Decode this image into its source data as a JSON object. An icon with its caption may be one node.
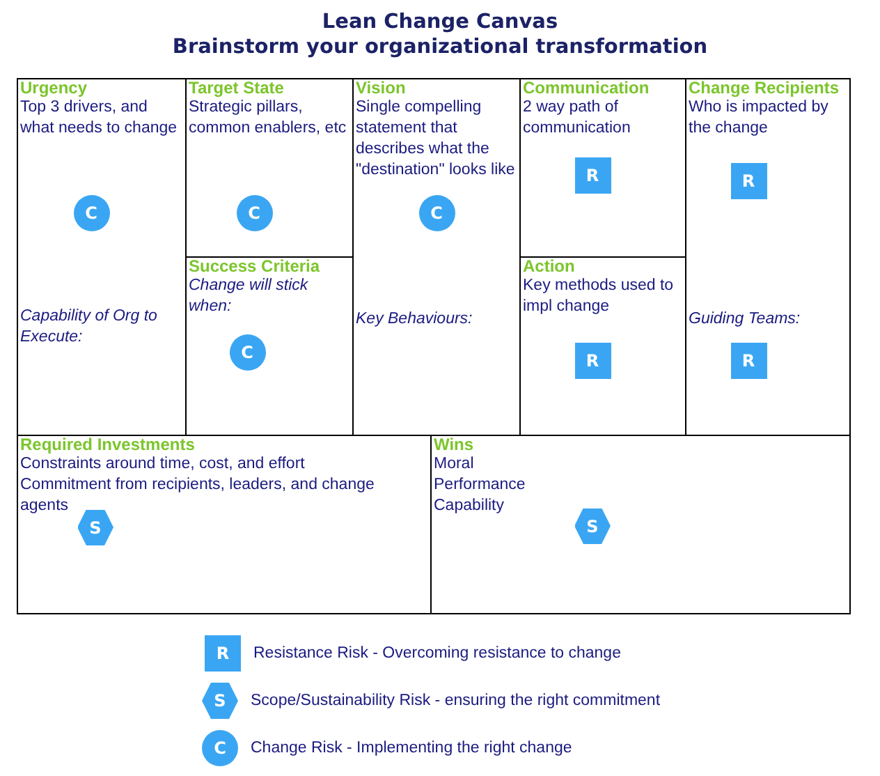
{
  "diagram": {
    "title": "Lean Change Canvas",
    "labels": [
      "Brainstorm your organizational transformation"
    ],
    "nodes": [
      {
        "text": [
          "Urgency",
          "Top 3 drivers, and what needs to change",
          "*Capability of Org to Execute:*"
        ]
      },
      {
        "text": [
          "Target State",
          "Strategic pillars, common enablers, etc"
        ]
      },
      {
        "text": [
          "Vision",
          "Single compelling statement that describes what the \"destination\" looks like",
          "*Key Behaviours:*"
        ]
      },
      {
        "text": [
          "Communication",
          "2 way path  of communication"
        ]
      },
      {
        "text": [
          "Change Recipients",
          "Who is impacted by the change",
          "*Guiding Teams:*"
        ]
      },
      {
        "text": [
          "Success Criteria",
          "*Change will stick when:*"
        ]
      },
      {
        "text": [
          "Action",
          "Key methods used to impl change"
        ]
      },
      {
        "text": [
          "Required Investments",
          "Constraints around time, cost, and effort",
          "Commitment from recipients, leaders, and change agents"
        ]
      },
      {
        "text": [
          "Wins",
          "Moral",
          "Performance",
          "Capability"
        ]
      },
      {
        "text": [
          "C"
        ],
        "in": 0
      },
      {
        "text": [
          "C"
        ],
        "in": 1
      },
      {
        "text": [
          "C"
        ],
        "in": 2
      },
      {
        "text": [
          "R"
        ],
        "in": 3
      },
      {
        "text": [
          "R"
        ],
        "in": 4
      },
      {
        "text": [
          "C"
        ],
        "in": 5
      },
      {
        "text": [
          "R"
        ],
        "in": 6
      },
      {
        "text": [
          "R"
        ],
        "in": 4
      },
      {
        "text": [
          "S"
        ],
        "in": 7
      },
      {
        "text": [
          "S"
        ],
        "in": 8
      },
      {
        "text": [
          "R"
        ],
        "beside": [
          "Resistance Risk - Overcoming resistance to change"
        ]
      },
      {
        "text": [
          "S"
        ],
        "beside": [
          "Scope/Sustainability Risk - ensuring the right commitment"
        ]
      },
      {
        "text": [
          "C"
        ],
        "beside": [
          "Change Risk - Implementing the right change"
        ]
      }
    ]
  }
}
